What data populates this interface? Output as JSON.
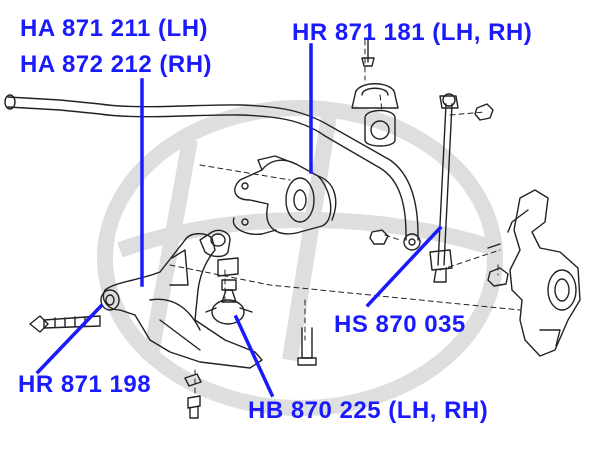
{
  "labels": {
    "ha871211": "HA 871 211 (LH)",
    "ha872212": "HA 872 212 (RH)",
    "hr871181": "HR 871 181 (LH, RH)",
    "hs870035": "HS 870 035",
    "hr871198": "HR 871 198",
    "hb870225": "HB 870 225 (LH, RH)"
  },
  "colors": {
    "label": "#1a1aff",
    "leader": "#1a1aff",
    "drawing": "#222222",
    "watermark": "#d9d9d9"
  },
  "watermark": {
    "icon": "stylized-h-logo-watermark"
  }
}
